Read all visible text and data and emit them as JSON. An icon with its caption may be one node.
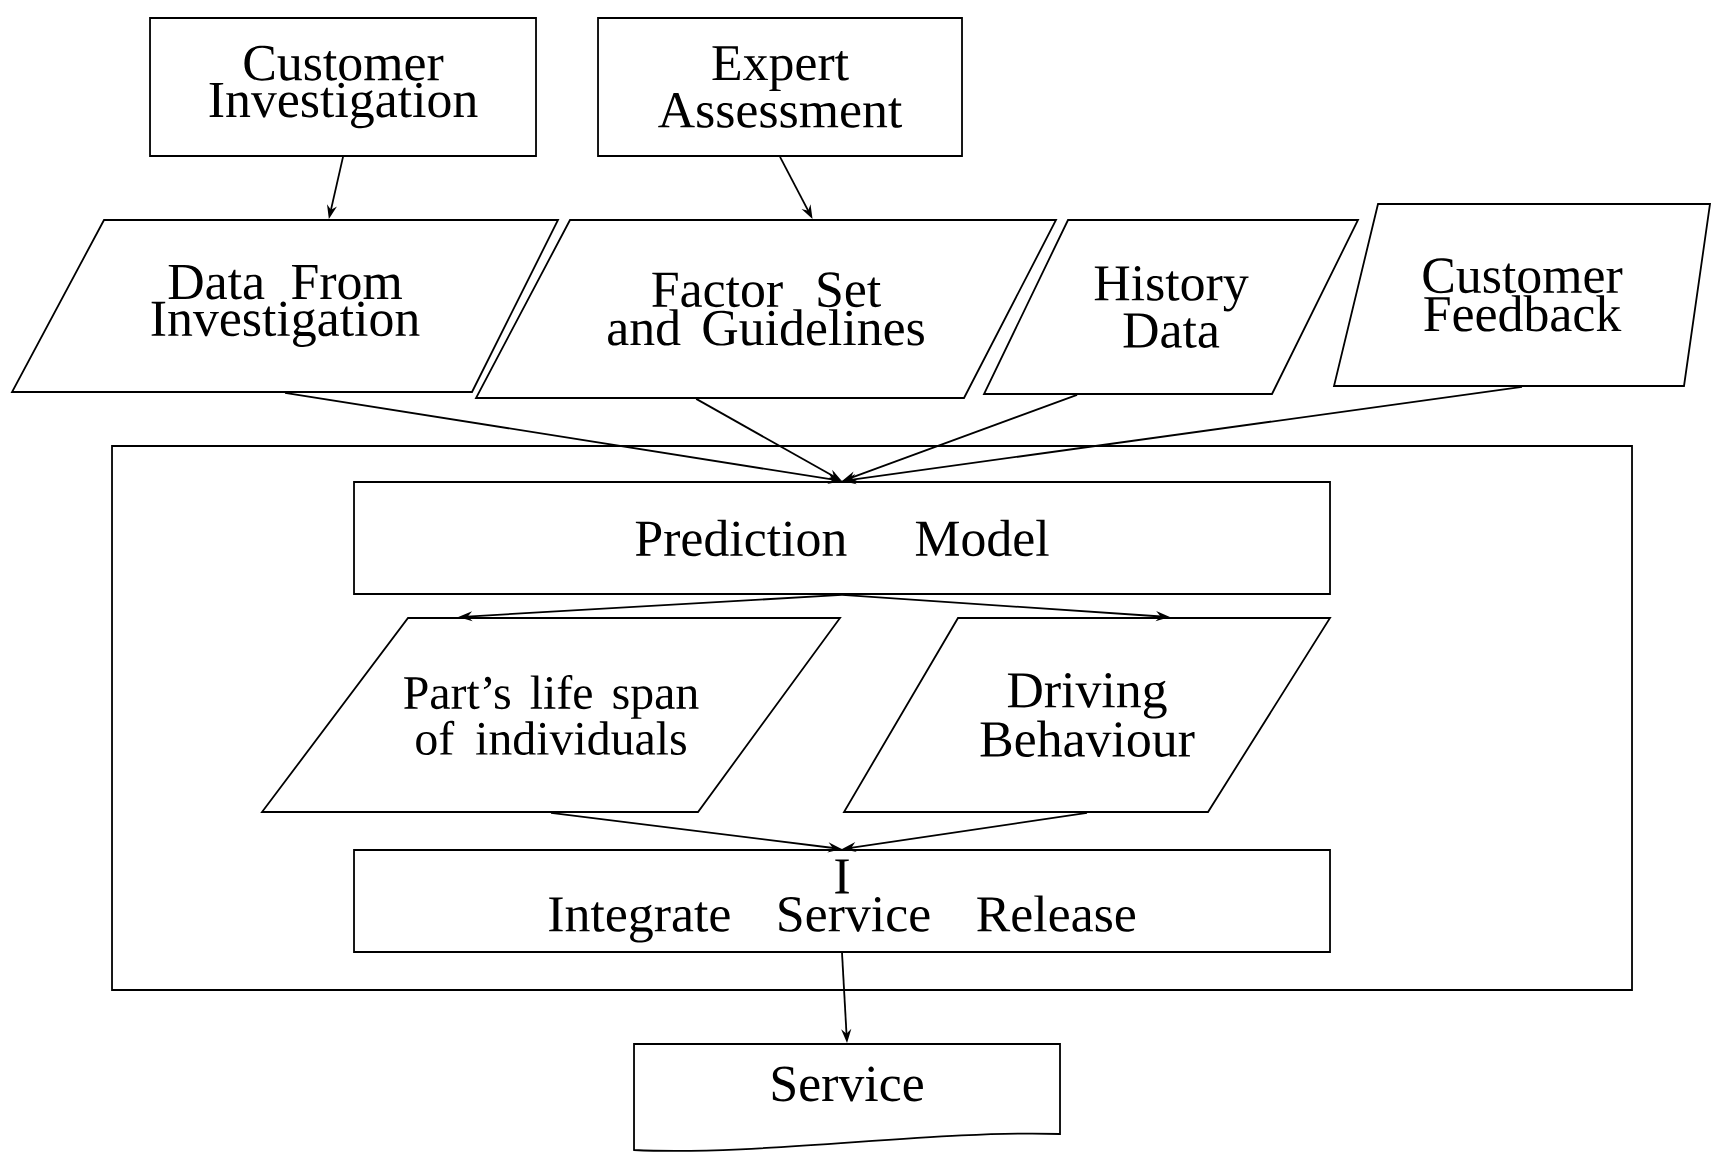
{
  "diagram": {
    "nodes": [
      {
        "text": [
          "Customer Investigation"
        ]
      },
      {
        "text": [
          "Expert Assessment"
        ]
      },
      {
        "text": [
          "Data From Investigation"
        ]
      },
      {
        "text": [
          "Factor Set and Guidelines"
        ]
      },
      {
        "text": [
          "History Data"
        ]
      },
      {
        "text": [
          "Customer Feedback"
        ]
      },
      {
        "text": [],
        "shape": "box"
      },
      {
        "text": [
          "Prediction Model"
        ],
        "in": 6
      },
      {
        "text": [
          "Part’s life span of individuals"
        ],
        "in": 6
      },
      {
        "text": [
          "Driving Behaviour"
        ],
        "in": 6
      },
      {
        "text": [
          "I",
          "Integrate Service Release"
        ],
        "in": 6
      },
      {
        "text": [
          "Service"
        ]
      }
    ],
    "edges": [
      {
        "from": 0,
        "to": 2,
        "arrow": "to"
      },
      {
        "from": 1,
        "to": 3,
        "arrow": "to"
      },
      {
        "from": 2,
        "to": 7,
        "arrow": "to"
      },
      {
        "from": 3,
        "to": 7,
        "arrow": "to"
      },
      {
        "from": 4,
        "to": 7,
        "arrow": "to"
      },
      {
        "from": 5,
        "to": 7,
        "arrow": "to"
      },
      {
        "from": 7,
        "to": 8,
        "arrow": "to"
      },
      {
        "from": 7,
        "to": 9,
        "arrow": "to"
      },
      {
        "from": 8,
        "to": 10,
        "arrow": "to"
      },
      {
        "from": 9,
        "to": 10,
        "arrow": "to"
      },
      {
        "from": 10,
        "to": 11,
        "arrow": "to"
      }
    ]
  }
}
